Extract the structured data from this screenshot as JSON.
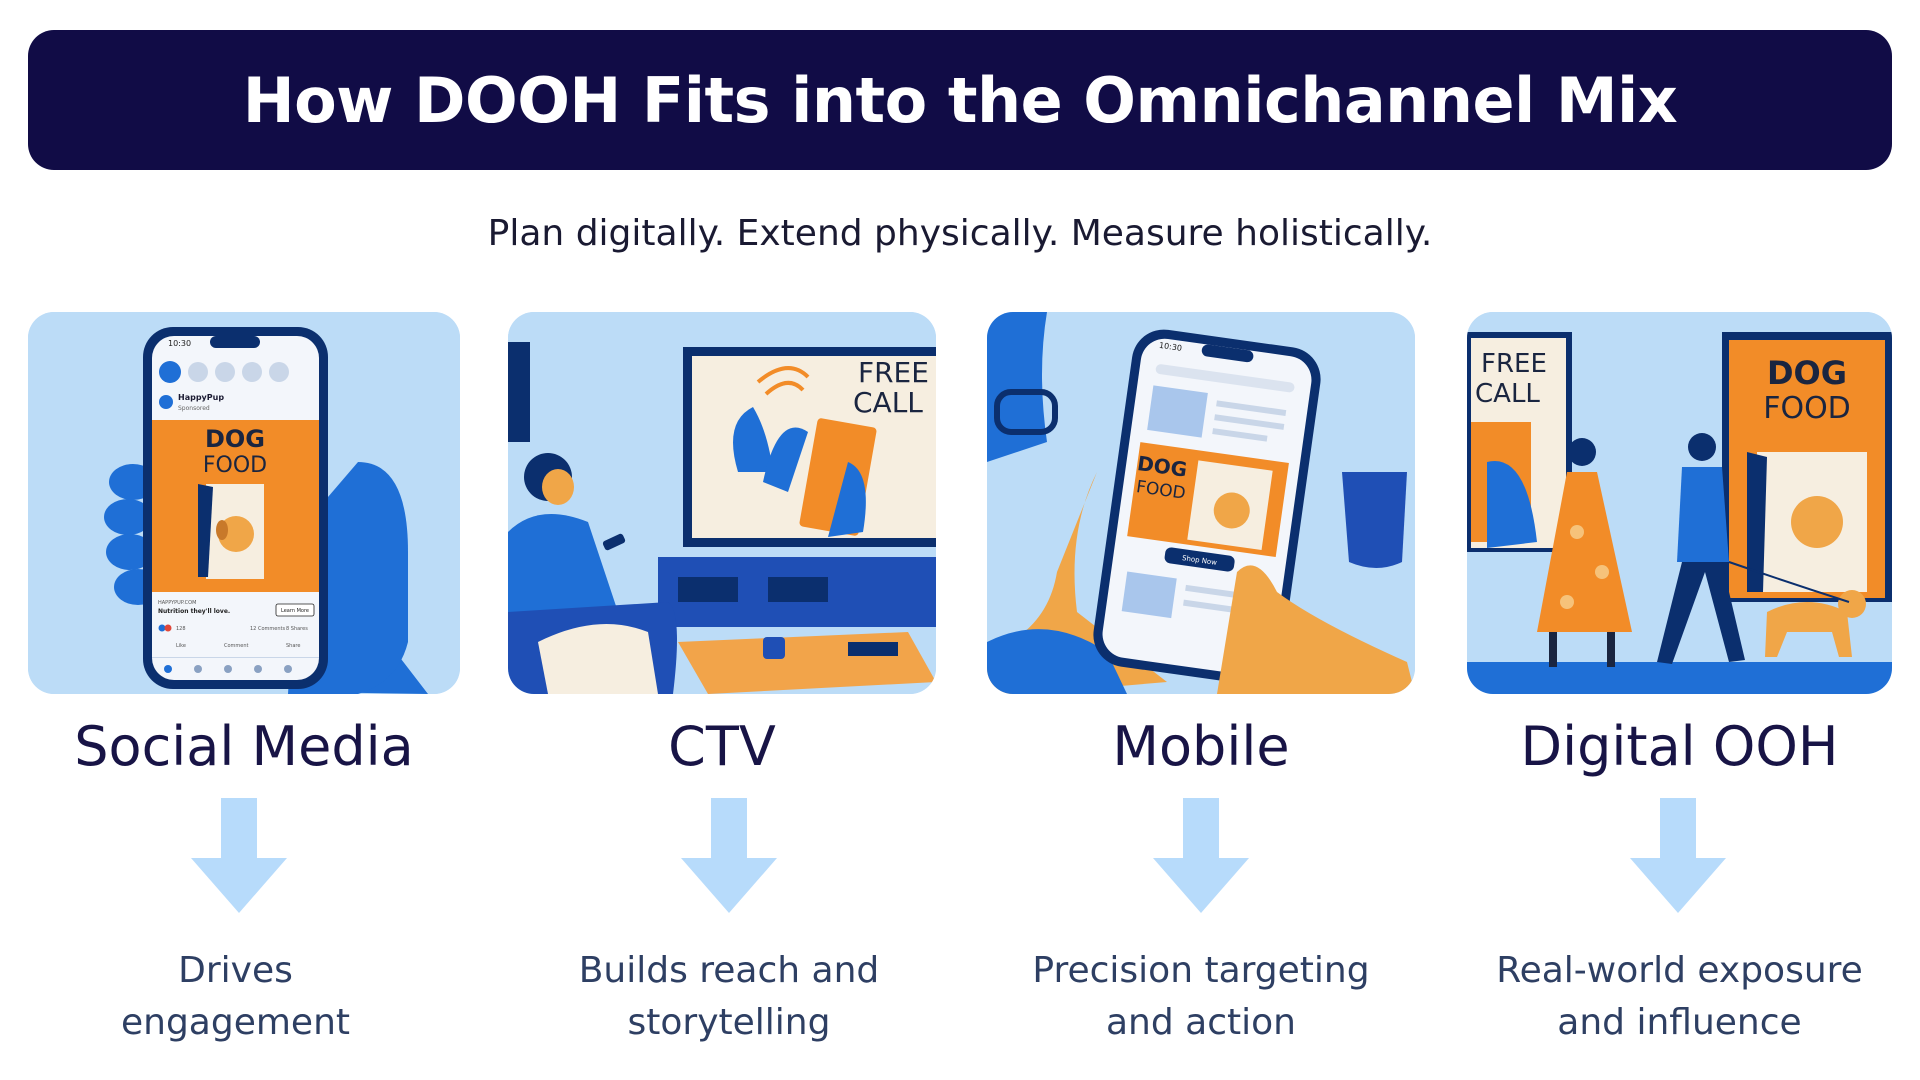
{
  "header": {
    "title": "How DOOH Fits into the Omnichannel Mix"
  },
  "subtitle": "Plan digitally. Extend physically. Measure holistically.",
  "colors": {
    "header_bg": "#110c46",
    "panel_bg": "#bcdcf7",
    "accent_blue": "#1f6fd6",
    "accent_orange": "#f28c28",
    "arrow": "#b7dbfb"
  },
  "channels": [
    {
      "name": "Social Media",
      "description_line1": "Drives",
      "description_line2": "engagement",
      "illustration": {
        "icon": "phone-in-hand-social-feed",
        "time": "10:30",
        "account": "HappyPup",
        "sponsored": "Sponsored",
        "ad_line1": "DOG",
        "ad_line2": "FOOD",
        "site": "HAPPYPUP.COM",
        "tagline": "Nutrition they'll love.",
        "cta": "Learn More",
        "likes": "128",
        "comments": "12 Comments",
        "shares": "8 Shares",
        "like_label": "Like",
        "comment_label": "Comment",
        "share_label": "Share"
      }
    },
    {
      "name": "CTV",
      "description_line1": "Builds reach and",
      "description_line2": "storytelling",
      "illustration": {
        "icon": "living-room-tv",
        "tv_line1": "FREE",
        "tv_line2": "CALL"
      }
    },
    {
      "name": "Mobile",
      "description_line1": "Precision targeting",
      "description_line2": "and action",
      "illustration": {
        "icon": "phone-browsing",
        "time": "10:30",
        "ad_line1": "DOG",
        "ad_line2": "FOOD",
        "cta": "Shop Now"
      }
    },
    {
      "name": "Digital OOH",
      "description_line1": "Real-world exposure",
      "description_line2": "and influence",
      "illustration": {
        "icon": "street-billboard",
        "sign_line1": "FREE",
        "sign_line2": "CALL",
        "billboard_line1": "DOG",
        "billboard_line2": "FOOD"
      }
    }
  ]
}
